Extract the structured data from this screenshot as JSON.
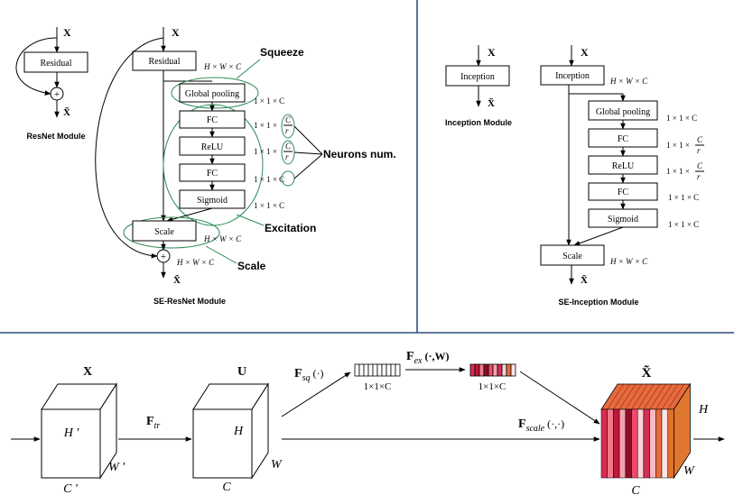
{
  "resnet": {
    "x_label": "X",
    "residual": "Residual",
    "plus": "+",
    "xt_label": "X̃",
    "caption": "ResNet Module"
  },
  "se_resnet": {
    "x_label": "X",
    "residual": "Residual",
    "hwc_top": "H × W × C",
    "squeeze": "Squeeze",
    "global_pooling": "Global pooling",
    "dim_gp": "1 × 1 × C",
    "fc1": "FC",
    "dim_fc1_prefix": "1 × 1 ×",
    "relu": "ReLU",
    "dim_relu_prefix": "1 × 1 ×",
    "frac_num": "C",
    "frac_den": "r",
    "fc2": "FC",
    "dim_fc2": "1 × 1 × C",
    "neurons": "Neurons num.",
    "sigmoid": "Sigmoid",
    "dim_sig": "1 × 1 × C",
    "excitation": "Excitation",
    "scale": "Scale",
    "hwc_scale": "H × W × C",
    "plus": "+",
    "hwc_bottom": "H × W × C",
    "scale_label": "Scale",
    "xt_label": "X̃",
    "caption": "SE-ResNet Module"
  },
  "inception": {
    "x_label": "X",
    "box": "Inception",
    "xt_label": "X̃",
    "caption": "Inception Module"
  },
  "se_inception": {
    "x_label": "X",
    "inception": "Inception",
    "hwc_top": "H × W × C",
    "global_pooling": "Global pooling",
    "dim_gp": "1 × 1 × C",
    "fc1": "FC",
    "dim_fc1_prefix": "1 × 1 ×",
    "relu": "ReLU",
    "dim_relu_prefix": "1 × 1 ×",
    "frac_num": "C",
    "frac_den": "r",
    "fc2": "FC",
    "dim_fc2": "1 × 1 × C",
    "sigmoid": "Sigmoid",
    "dim_sig": "1 × 1 × C",
    "scale": "Scale",
    "hwc_scale": "H × W × C",
    "xt_label": "X̃",
    "caption": "SE-Inception Module"
  },
  "se_block": {
    "x_label": "X",
    "x_h": "H '",
    "x_w": "W '",
    "x_c": "C '",
    "ftr_main": "F",
    "ftr_sub": "tr",
    "u_label": "U",
    "u_h": "H",
    "u_w": "W",
    "u_c": "C",
    "fsq_main": "F",
    "fsq_sub": "sq",
    "fsq_arg": " (·)",
    "vec1_dim": "1×1×C",
    "fex_main": "F",
    "fex_sub": "ex",
    "fex_arg": " (·,W)",
    "vec2_dim": "1×1×C",
    "fscale_main": "F",
    "fscale_sub": "scale",
    "fscale_arg": " (·,·)",
    "xt_label": "X̃",
    "out_h": "H",
    "out_w": "W",
    "out_c": "C",
    "vec1_colors": [
      "#ffffff",
      "#ffffff",
      "#ffffff",
      "#ffffff",
      "#ffffff",
      "#ffffff",
      "#ffffff",
      "#ffffff",
      "#ffffff",
      "#ffffff"
    ],
    "vec2_colors": [
      "#e02a4f",
      "#c0173b",
      "#f07a8c",
      "#8b0f2a",
      "#ef4a6a",
      "#f5a3b0",
      "#d23055",
      "#fbd2d8",
      "#e86a3c",
      "#fbe3e6"
    ],
    "out_slice_colors": [
      "#e02a4f",
      "#f07a8c",
      "#c0173b",
      "#f5a3b0",
      "#8b0f2a",
      "#ef4a6a",
      "#fbd2d8",
      "#d23055",
      "#f8b9c3",
      "#e86a3c",
      "#fbe3e6",
      "#e3702f"
    ],
    "out_top_color": "#e86a3c",
    "out_side_color": "#e0772e"
  }
}
